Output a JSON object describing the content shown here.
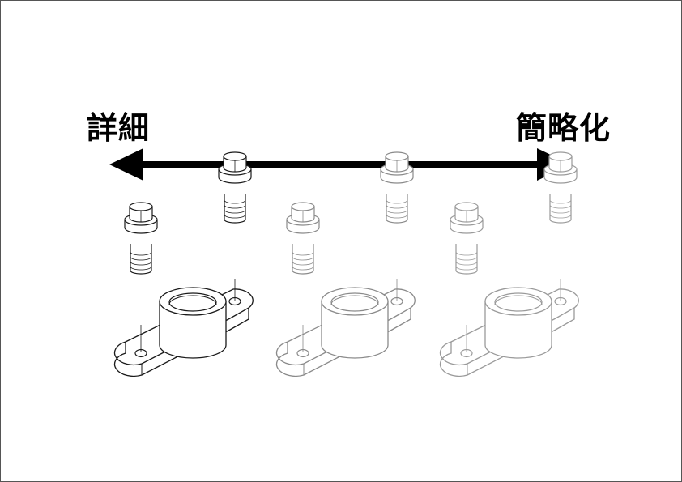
{
  "labels": {
    "detailed": "詳細",
    "simplified": "簡略化"
  },
  "arrow": {
    "color": "#000000"
  },
  "assemblies": [
    {
      "name": "detailed",
      "stroke_color": "#1a1a1a"
    },
    {
      "name": "medium",
      "stroke_color": "#8a8a8a"
    },
    {
      "name": "simplified",
      "stroke_color": "#9a9a9a"
    }
  ]
}
